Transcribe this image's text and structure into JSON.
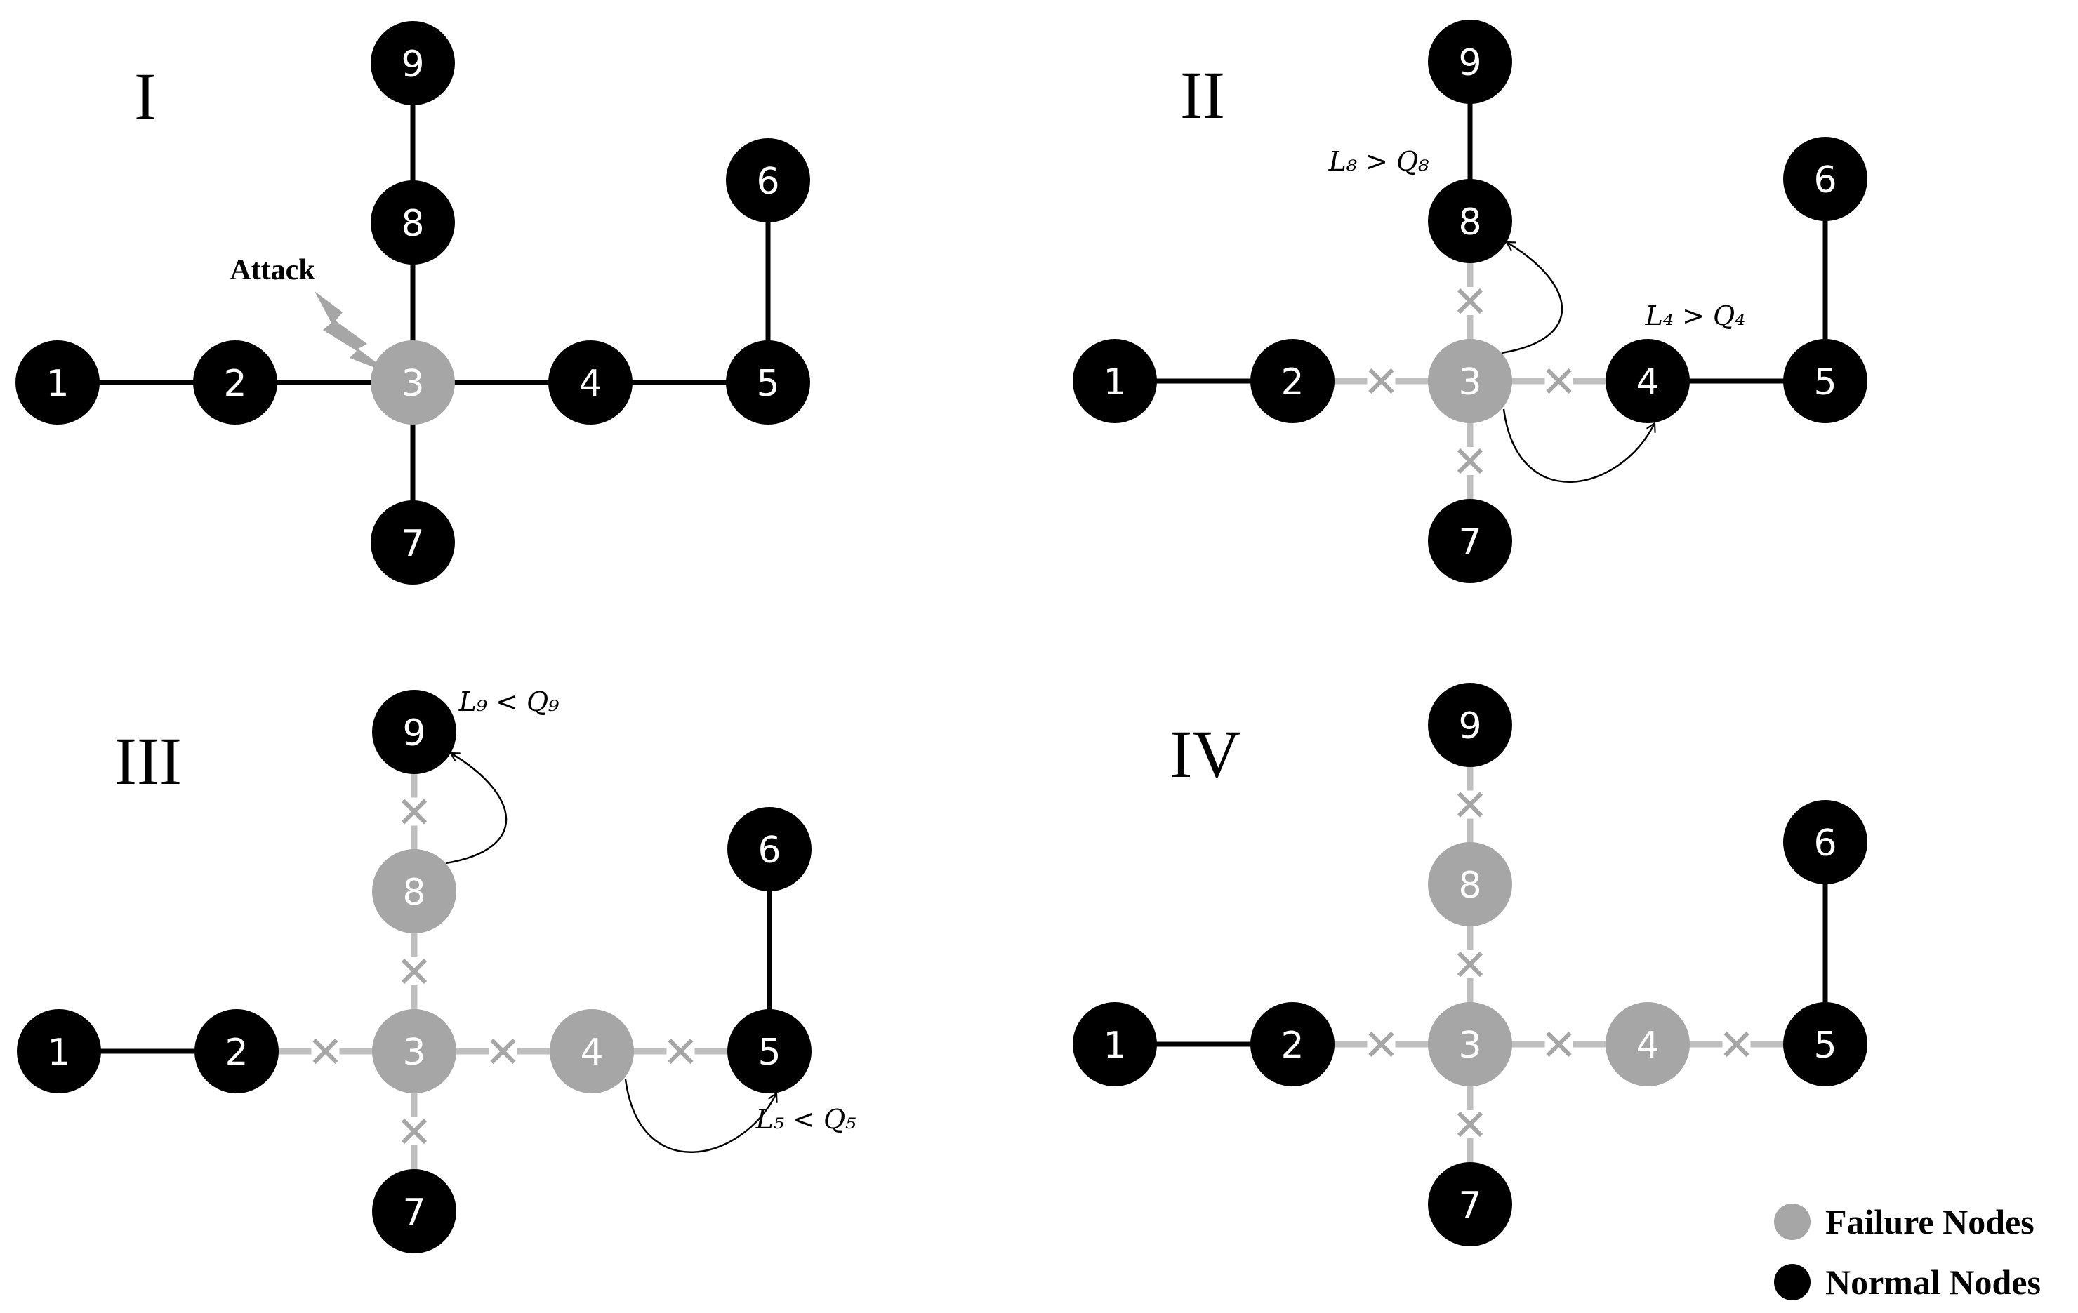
{
  "colors": {
    "normal": "#000000",
    "failure": "#a6a6a6",
    "failed_edge": "#bfbfbf",
    "cross": "#a6a6a6",
    "attack_bolt": "#a6a6a6",
    "node_text": "#ffffff"
  },
  "icons": {
    "attack": "lightning-bolt-icon",
    "broken_edge": "cross-mark-icon",
    "load_transfer": "curved-arrow-icon"
  },
  "attack_label": "Attack",
  "panels": [
    {
      "label": "I",
      "failed_nodes": [
        "3"
      ],
      "broken_edges": [],
      "annotations": [],
      "arrows": [],
      "attack_on": "3"
    },
    {
      "label": "II",
      "failed_nodes": [
        "3"
      ],
      "broken_edges": [
        [
          "2",
          "3"
        ],
        [
          "3",
          "4"
        ],
        [
          "3",
          "7"
        ],
        [
          "3",
          "8"
        ]
      ],
      "annotations": [
        {
          "node": "8",
          "text": "L₈ > Q₈"
        },
        {
          "node": "4",
          "text": "L₄ > Q₄"
        }
      ],
      "arrows": [
        [
          "3",
          "8"
        ],
        [
          "3",
          "4"
        ]
      ]
    },
    {
      "label": "III",
      "failed_nodes": [
        "3",
        "4",
        "8"
      ],
      "broken_edges": [
        [
          "2",
          "3"
        ],
        [
          "3",
          "4"
        ],
        [
          "3",
          "7"
        ],
        [
          "3",
          "8"
        ],
        [
          "8",
          "9"
        ],
        [
          "4",
          "5"
        ]
      ],
      "annotations": [
        {
          "node": "9",
          "text": "L₉ < Q₉"
        },
        {
          "node": "5",
          "text": "L₅ < Q₅"
        }
      ],
      "arrows": [
        [
          "8",
          "9"
        ],
        [
          "4",
          "5"
        ]
      ]
    },
    {
      "label": "IV",
      "failed_nodes": [
        "3",
        "4",
        "8"
      ],
      "broken_edges": [
        [
          "2",
          "3"
        ],
        [
          "3",
          "4"
        ],
        [
          "3",
          "7"
        ],
        [
          "3",
          "8"
        ],
        [
          "8",
          "9"
        ],
        [
          "4",
          "5"
        ]
      ],
      "annotations": [],
      "arrows": []
    }
  ],
  "graph": {
    "nodes": [
      "1",
      "2",
      "3",
      "4",
      "5",
      "6",
      "7",
      "8",
      "9"
    ],
    "edges": [
      [
        "1",
        "2"
      ],
      [
        "2",
        "3"
      ],
      [
        "3",
        "4"
      ],
      [
        "4",
        "5"
      ],
      [
        "5",
        "6"
      ],
      [
        "3",
        "7"
      ],
      [
        "3",
        "8"
      ],
      [
        "8",
        "9"
      ]
    ]
  },
  "legend": {
    "failure_label": "Failure Nodes",
    "normal_label": "Normal Nodes"
  }
}
